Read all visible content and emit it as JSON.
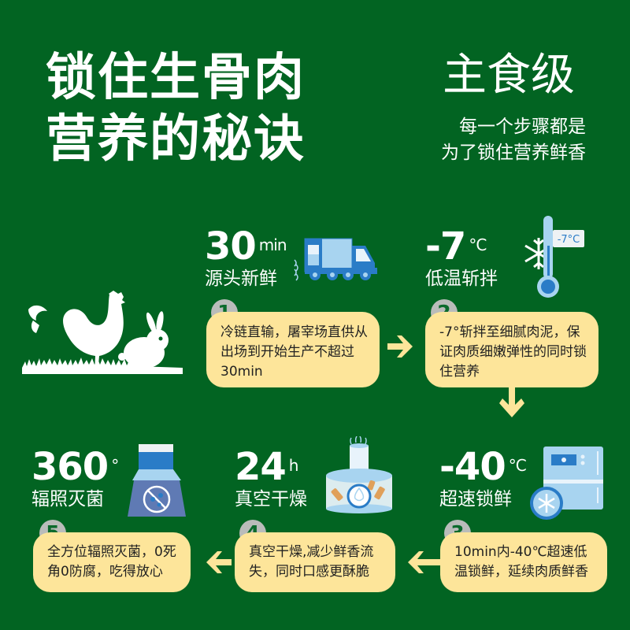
{
  "header": {
    "title_line1": "锁住生骨肉",
    "title_line2": "营养的秘诀",
    "grade": "主食级",
    "subtitle_line1": "每一个步骤都是",
    "subtitle_line2": "为了锁住营养鲜香"
  },
  "colors": {
    "background": "#026422",
    "card": "#fde59a",
    "badge": "#b9bcba",
    "badge_text": "#0b6a2c",
    "icon_blue": "#2a7cc7",
    "icon_light_blue": "#a8d4f0"
  },
  "steps": [
    {
      "num": "1",
      "value": "30",
      "unit": "min",
      "label": "源头新鲜",
      "icon": "delivery-truck-icon",
      "desc": "冷链直输，屠宰场直供从出场到开始生产不超过30min"
    },
    {
      "num": "2",
      "value": "-7",
      "unit": "°C",
      "label": "低温斩拌",
      "icon": "thermometer-snowflake-icon",
      "icon_text": "-7°C",
      "desc": "-7°斩拌至细腻肉泥，保证肉质细嫩弹性的同时锁住营养"
    },
    {
      "num": "3",
      "value": "-40",
      "unit": "°C",
      "label": "超速锁鲜",
      "icon": "freezer-icon",
      "desc": "10min内-40℃超速低温锁鲜，延续肉质鲜香"
    },
    {
      "num": "4",
      "value": "24",
      "unit": "h",
      "label": "真空干燥",
      "icon": "vacuum-dryer-icon",
      "desc": "真空干燥,减少鲜香流失，同时口感更酥脆"
    },
    {
      "num": "5",
      "value": "360",
      "unit": "°",
      "label": "辐照灭菌",
      "icon": "irradiation-sterilization-icon",
      "desc": "全方位辐照灭菌，0死角0防腐，吃得放心"
    }
  ],
  "illustration": {
    "icon": "rooster-rabbit-on-grass-icon"
  }
}
